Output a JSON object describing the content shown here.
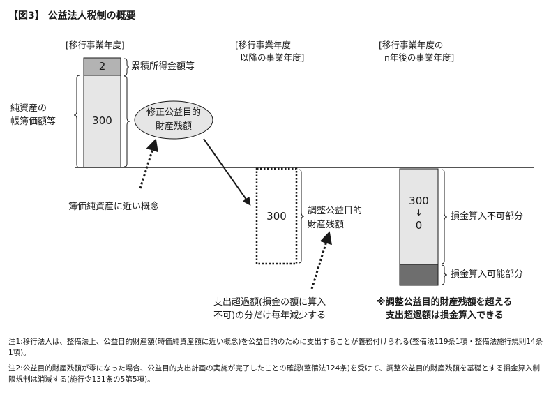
{
  "title": "【図3】 公益法人税制の概要",
  "columns": {
    "col1": "[移行事業年度]",
    "col2_line1": "[移行事業年度",
    "col2_line2": "以降の事業年度]",
    "col3_line1": "[移行事業年度の",
    "col3_line2": "n年後の事業年度]"
  },
  "bar1": {
    "top_value": "2",
    "bottom_value": "300",
    "top_label": "累積所得金額等",
    "side_label_line1": "純資産の",
    "side_label_line2": "帳簿価額等"
  },
  "ellipse": {
    "line1": "修正公益目的",
    "line2": "財産残額"
  },
  "approx_label": "簿価純資産に近い概念",
  "bar2": {
    "value": "300",
    "label_line1": "調整公益目的",
    "label_line2": "財産残額"
  },
  "decrease_label": {
    "line1": "支出超過額(損金の額に算入",
    "line2": "不可)の分だけ毎年減少する"
  },
  "bar3": {
    "value_top": "300",
    "arrow": "↓",
    "value_bottom": "0",
    "label_top": "損金算入不可部分",
    "label_bottom": "損金算入可能部分"
  },
  "remark": {
    "line1": "※調整公益目的財産残額を超える",
    "line2": "支出超過額は損金算入できる"
  },
  "notes": [
    "注1:移行法人は、整備法上、公益目的財産額(時価純資産額に近い概念)を公益目的のために支出することが義務付けられる(整備法119条1項・整備法施行規則14条1項)。",
    "注2:公益目的財産残額が零になった場合、公益目的支出計画の実施が完了したことの確認(整備法124条)を受けて、調整公益目的財産残額を基礎とする損金算入制限規制は消滅する(施行令131条の5第5項)。"
  ],
  "colors": {
    "line": "#1a1a1a",
    "bar_fill": "#e6e6e6",
    "dark_fill": "#6e6e6e",
    "light_fill": "#b3b3b3"
  }
}
